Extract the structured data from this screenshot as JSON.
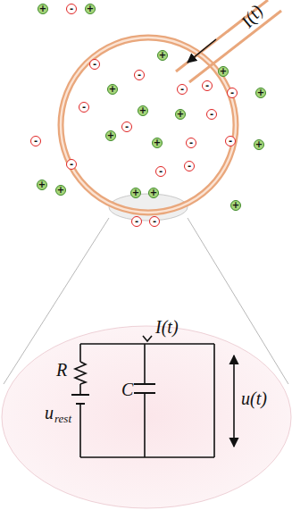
{
  "diagram": {
    "labels": [
      "I(t)",
      "+",
      "-",
      "+",
      "+",
      "+",
      "-",
      "+",
      "-",
      "-",
      "-",
      "-",
      "+",
      "-",
      "+",
      "+",
      "-",
      "+",
      "-",
      "-",
      "-",
      "+",
      "-",
      "+",
      "-",
      "-",
      "+",
      "+",
      "-",
      "+",
      "+",
      "+",
      "-",
      "-",
      "R",
      "u",
      "rest",
      "C",
      "I(t)",
      "u(t)"
    ]
  }
}
